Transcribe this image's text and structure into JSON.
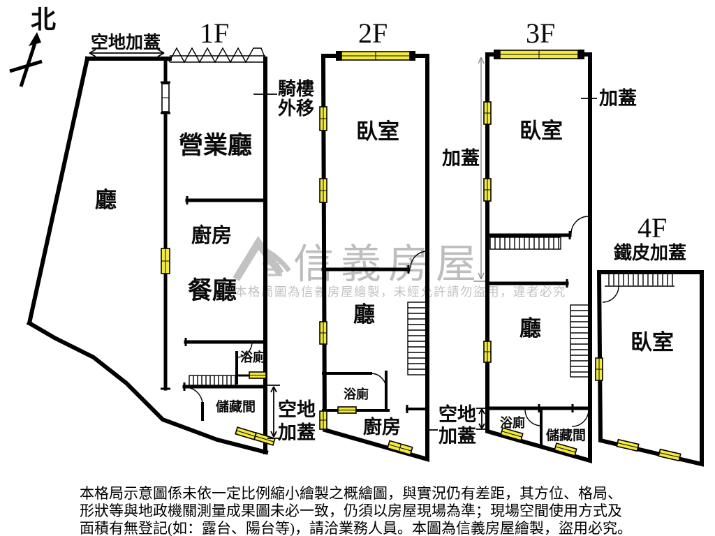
{
  "compass": {
    "north": "北"
  },
  "floor1": {
    "title": "1F",
    "open_area_top": "空地加蓋",
    "arcade_line1": "騎樓",
    "arcade_line2": "外移",
    "business_hall": "營業廳",
    "hall": "廳",
    "kitchen": "廚房",
    "dining": "餐廳",
    "bath": "浴廁",
    "storage": "儲藏間",
    "open_line1": "空地",
    "open_line2": "加蓋"
  },
  "floor2": {
    "title": "2F",
    "bedroom": "臥室",
    "hall": "廳",
    "bath": "浴廁",
    "kitchen": "廚房"
  },
  "floor3": {
    "title": "3F",
    "addition_left": "加蓋",
    "addition_right": "加蓋",
    "bedroom": "臥室",
    "hall": "廳",
    "bath": "浴廁",
    "storage": "儲藏間",
    "open_line1": "空地",
    "open_line2": "加蓋"
  },
  "floor4": {
    "title": "4F",
    "subtitle": "鐵皮加蓋",
    "bedroom": "臥室"
  },
  "watermark": {
    "brand": "信義房屋",
    "notice": "本格局圖為信義房屋繪製，未經允許請勿盜用，違者必究"
  },
  "disclaimer": {
    "line1": "本格局示意圖係未依一定比例縮小繪製之概繪圖，與實況仍有差距，其方位、格局、",
    "line2": "形狀等與地政機關測量成果圖未必一致，仍須以房屋現場為準；現場空間使用方式及",
    "line3": "面積有無登記(如：露台、陽台等)，請洽業務人員。本圖為信義房屋繪製，盜用必究。"
  },
  "colors": {
    "wall": "#000000",
    "window": "#f3ea3c",
    "watermark": "#a8a8a8",
    "dimension": "#8c8c8c",
    "background": "#ffffff"
  }
}
